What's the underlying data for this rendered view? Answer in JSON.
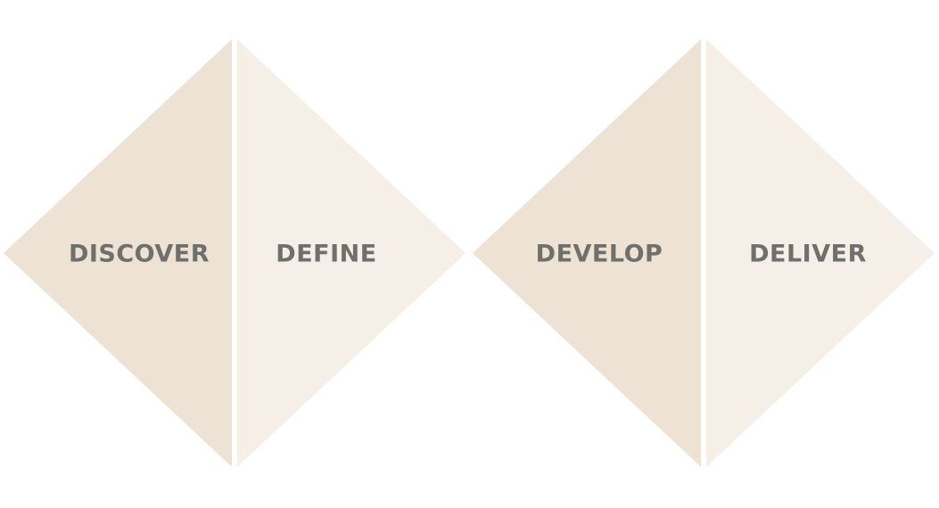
{
  "diagram": {
    "title": "",
    "colors": {
      "background": "#ffffff",
      "dark_fill": "#ede2d4",
      "light_fill": "#f5efe7",
      "text": "#6f6f6b"
    },
    "phases": [
      {
        "label": "DISCOVER",
        "tone": "dark"
      },
      {
        "label": "DEFINE",
        "tone": "light"
      },
      {
        "label": "DEVELOP",
        "tone": "dark"
      },
      {
        "label": "DELIVER",
        "tone": "light"
      }
    ]
  }
}
